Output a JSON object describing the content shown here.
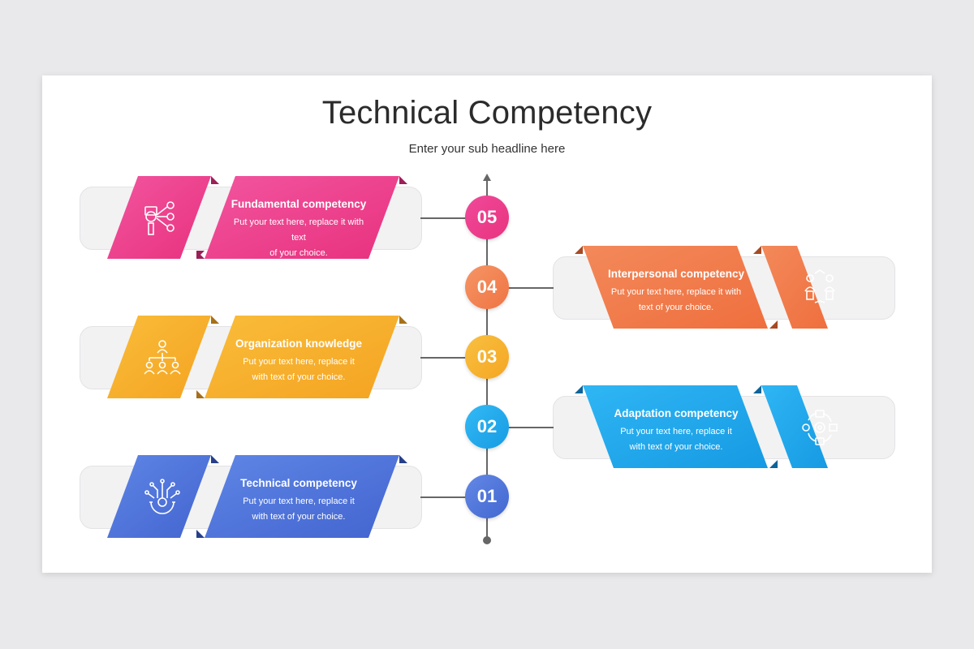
{
  "slide": {
    "title": "Technical Competency",
    "subtitle": "Enter your sub headline here"
  },
  "steps": [
    {
      "number": "05",
      "title": "Fundamental competency",
      "desc1": "Put your text here, replace it with text",
      "desc2": "of your choice.",
      "icon": "abc-chart-icon",
      "color_start": "#ee3e8d",
      "color_end": "#f5479b"
    },
    {
      "number": "04",
      "title": "Interpersonal competency",
      "desc1": "Put your text here, replace it with",
      "desc2": "text of your choice.",
      "icon": "people-exchange-icon",
      "color_start": "#f07a4a",
      "color_end": "#f59060"
    },
    {
      "number": "03",
      "title": "Organization knowledge",
      "desc1": "Put your text here, replace it",
      "desc2": "with text of your choice.",
      "icon": "org-chart-icon",
      "color_start": "#f5a623",
      "color_end": "#f8b637"
    },
    {
      "number": "02",
      "title": "Adaptation competency",
      "desc1": "Put your text here, replace it",
      "desc2": "with text of your choice.",
      "icon": "cycle-gear-icon",
      "color_start": "#1aa1e8",
      "color_end": "#2bb3f3"
    },
    {
      "number": "01",
      "title": "Technical competency",
      "desc1": "Put your text here, replace it",
      "desc2": "with text of your choice.",
      "icon": "circuit-gear-icon",
      "color_start": "#4a6fd6",
      "color_end": "#5b82e4"
    }
  ]
}
